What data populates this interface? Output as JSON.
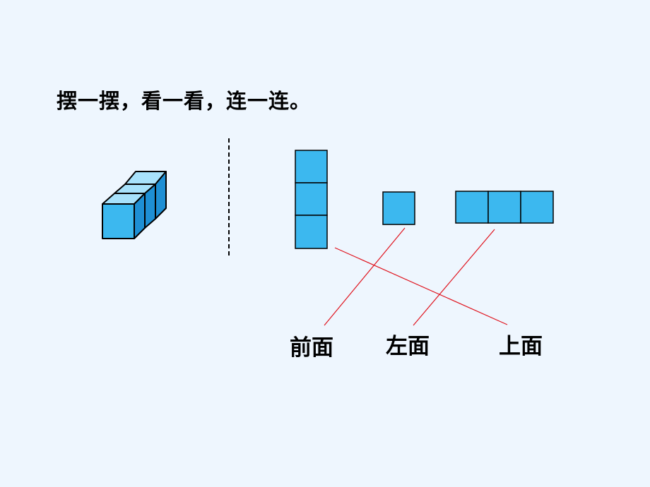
{
  "instruction": "摆一摆，看一看，连一连。",
  "views": {
    "front": "前面",
    "left": "左面",
    "top": "上面"
  },
  "colors": {
    "background": "#eef6fe",
    "cube_front": "#3cb8ef",
    "cube_top": "#a8e2fb",
    "cube_side": "#1e8fd4",
    "connector_line": "#e0141e"
  },
  "matches": [
    {
      "view_label": "前面",
      "shape": "single square"
    },
    {
      "view_label": "左面",
      "shape": "three squares in a row"
    },
    {
      "view_label": "上面",
      "shape": "three squares in a column"
    }
  ]
}
